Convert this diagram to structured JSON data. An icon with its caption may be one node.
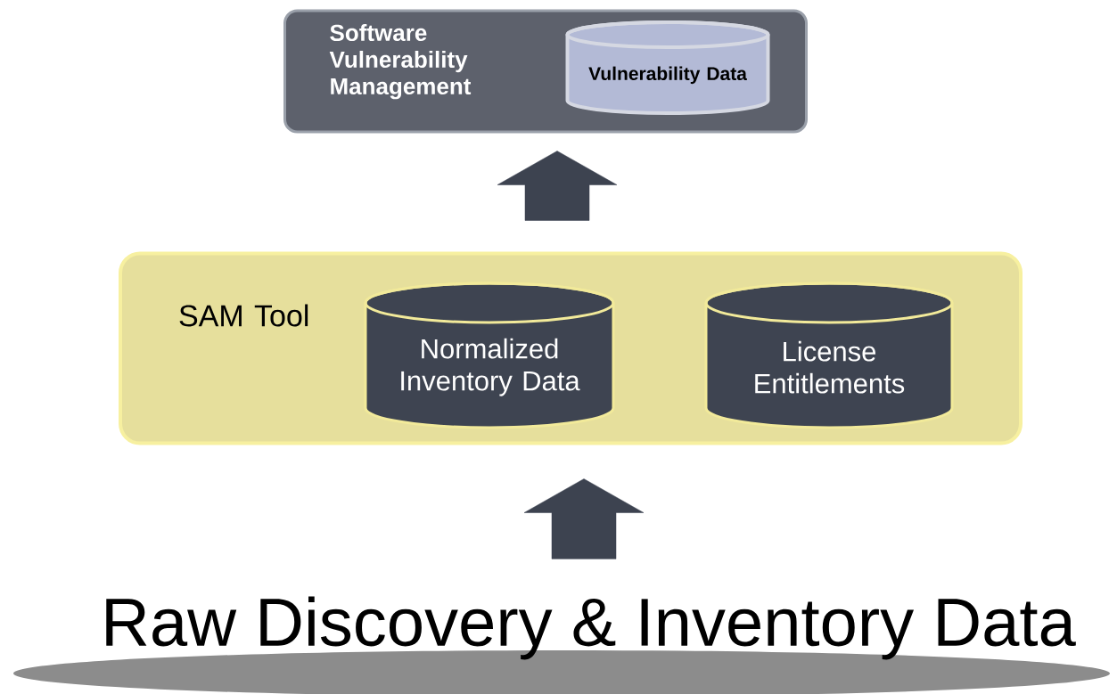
{
  "diagram": {
    "nodes": [
      {
        "text": [
          "Software Vulnerability Management"
        ]
      },
      {
        "text": [
          "Vulnerability Data"
        ],
        "in": 0
      },
      {
        "text": [
          "SAM Tool"
        ]
      },
      {
        "text": [
          "Normalized Inventory Data"
        ],
        "in": 2
      },
      {
        "text": [
          "License Entitlements"
        ],
        "in": 2
      },
      {
        "text": [
          "Raw Discovery & Inventory Data"
        ]
      }
    ],
    "edges": [
      {
        "from": 2,
        "to": 0,
        "arrow": "to"
      },
      {
        "from": 5,
        "to": 2,
        "arrow": "to"
      }
    ]
  }
}
